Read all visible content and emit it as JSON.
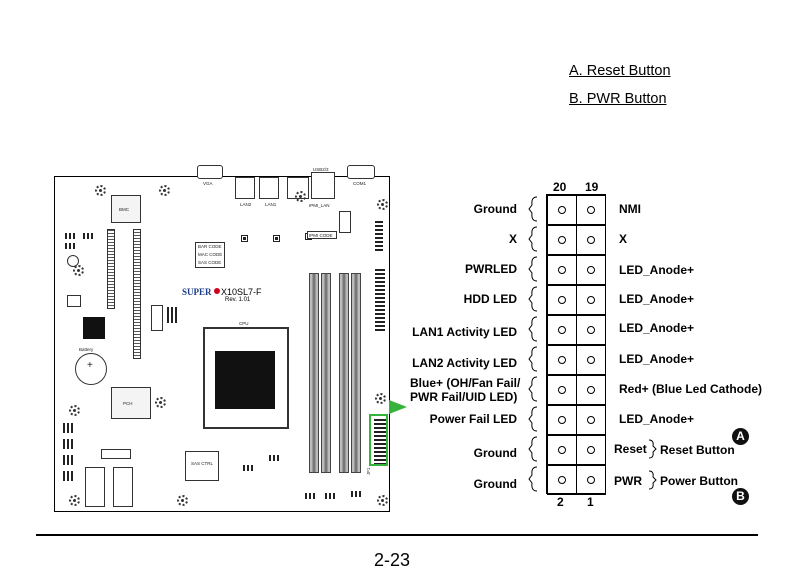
{
  "legend": {
    "a": "A. Reset Button",
    "b": "B. PWR Button"
  },
  "board": {
    "brand": "SUPER",
    "model": "X10SL7-F",
    "rev": "Rev. 1.01",
    "labels": {
      "vga": "VGA",
      "usb": "USB2/3",
      "com1": "COM1",
      "lan1": "LAN1",
      "lan2": "LAN2",
      "ipmi_lan": "IPMI_LAN",
      "bmc": "BMC",
      "cpu": "CPU",
      "pch": "PCH",
      "battery": "Battery",
      "sas_ctrl": "SAS CTRL",
      "bar_code": "BAR CODE",
      "mac_code": "MAC CODE",
      "sas_code": "SAS CODE",
      "ipmi_code": "IPMI CODE",
      "jf1": "JF1"
    }
  },
  "pin_header": {
    "top_left": "20",
    "top_right": "19",
    "bottom_left": "2",
    "bottom_right": "1",
    "left_labels": [
      "Ground",
      "X",
      "PWRLED",
      "HDD LED",
      "LAN1 Activity LED",
      "LAN2 Activity LED",
      "Blue+ (OH/Fan Fail/\nPWR Fail/UID LED)",
      "Power Fail LED",
      "Ground",
      "Ground"
    ],
    "right_labels": [
      "NMI",
      "X",
      "LED_Anode+",
      "LED_Anode+",
      "LED_Anode+",
      "LED_Anode+",
      "Red+ (Blue Led Cathode)",
      "LED_Anode+",
      "Reset",
      "PWR"
    ],
    "reset_button": "Reset Button",
    "power_button": "Power Button",
    "badge_a": "A",
    "badge_b": "B"
  },
  "accent_color": "#37b23a",
  "page_number": "2-23"
}
